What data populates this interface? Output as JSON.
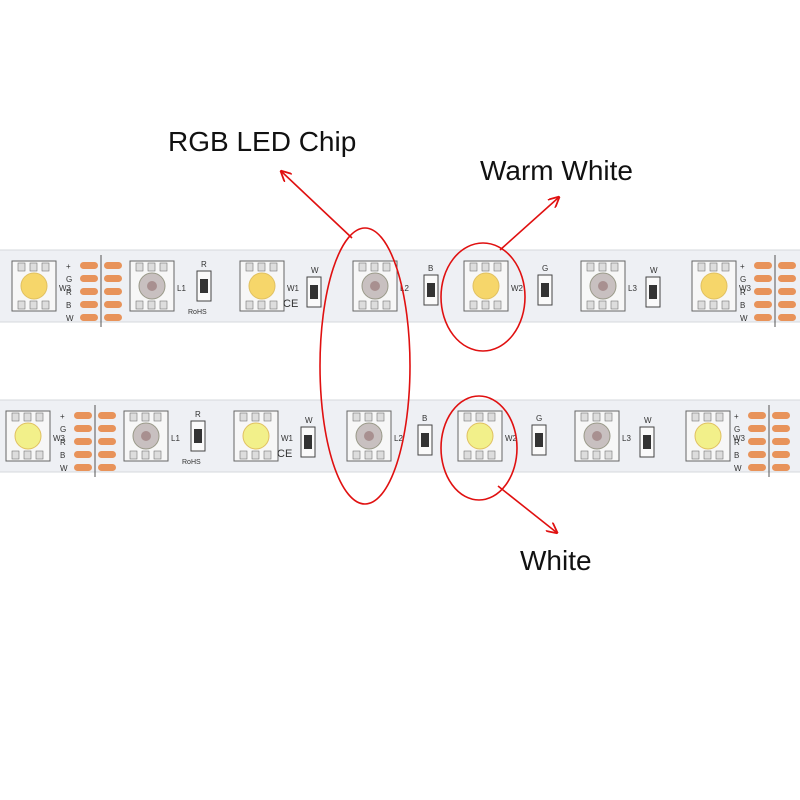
{
  "callouts": {
    "rgb": "RGB LED Chip",
    "warm_white": "Warm White",
    "white": "White"
  },
  "strip_markings": {
    "pads": [
      "+",
      "G",
      "R",
      "B",
      "W"
    ],
    "chips": [
      "W3",
      "L1",
      "R",
      "W1",
      "W",
      "L2",
      "B",
      "W2",
      "G",
      "L3",
      "W3"
    ],
    "rohs": "RoHS",
    "ce": "CE"
  },
  "colors": {
    "background": "#ffffff",
    "strip": "#eef0f4",
    "pad": "#e8935a",
    "warm_led": "#f6d66a",
    "white_led": "#f2f08a",
    "rgb_led": "#c8c0c0",
    "annotation": "#e01010"
  }
}
